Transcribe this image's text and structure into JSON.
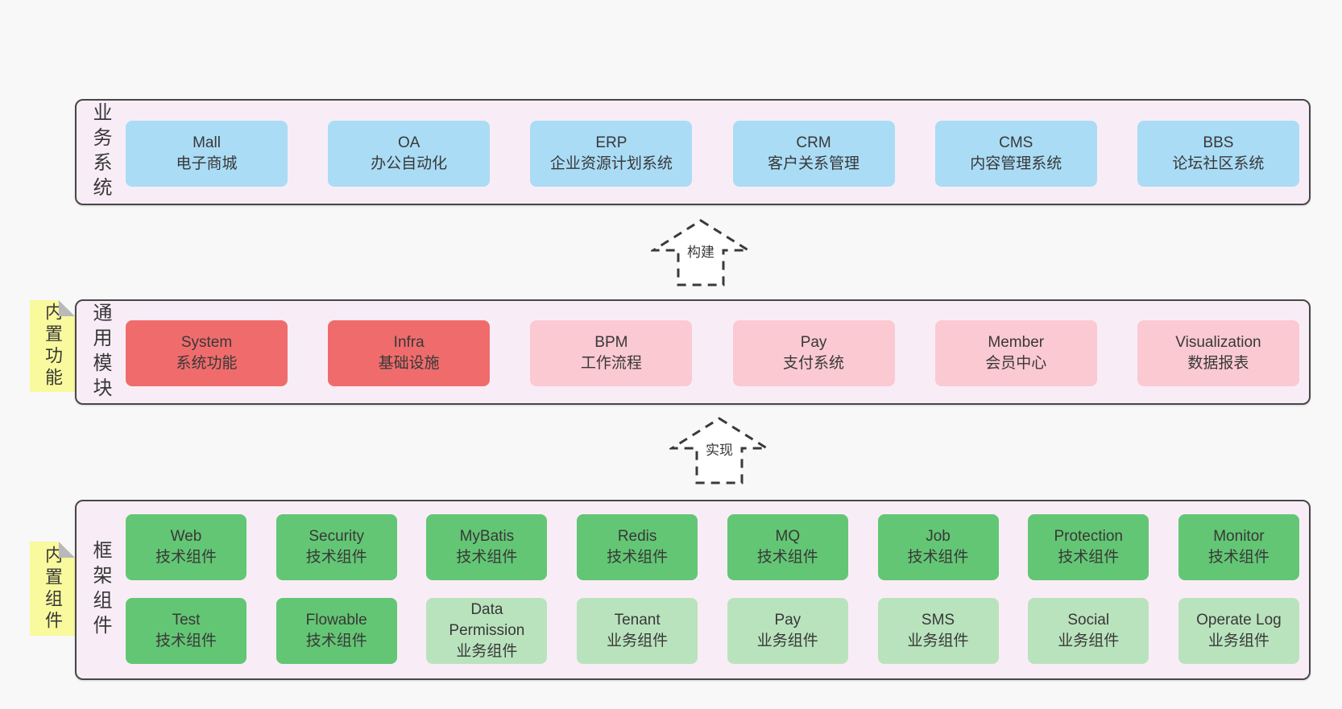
{
  "colors": {
    "page_bg": "#f8f8f8",
    "panel_bg": "#f8edf6",
    "panel_border": "#474747",
    "business_box": "#aadcf5",
    "core_module_box": "#f06c6c",
    "optional_module_box": "#fbc9d2",
    "tech_component_box": "#63c674",
    "biz_component_box": "#b9e3bd",
    "sticky_note": "#f9f99e",
    "sticky_fold": "#b9b9b9",
    "text": "#383838"
  },
  "arrows": {
    "build": "构建",
    "implement": "实现"
  },
  "layers": {
    "business": {
      "label": "业务系统",
      "boxes": [
        {
          "name": "Mall",
          "desc": "电子商城"
        },
        {
          "name": "OA",
          "desc": "办公自动化"
        },
        {
          "name": "ERP",
          "desc": "企业资源计划系统"
        },
        {
          "name": "CRM",
          "desc": "客户关系管理"
        },
        {
          "name": "CMS",
          "desc": "内容管理系统"
        },
        {
          "name": "BBS",
          "desc": "论坛社区系统"
        }
      ]
    },
    "modules": {
      "label": "通用模块",
      "sticky": "内置功能",
      "boxes": [
        {
          "name": "System",
          "desc": "系统功能"
        },
        {
          "name": "Infra",
          "desc": "基础设施"
        },
        {
          "name": "BPM",
          "desc": "工作流程"
        },
        {
          "name": "Pay",
          "desc": "支付系统"
        },
        {
          "name": "Member",
          "desc": "会员中心"
        },
        {
          "name": "Visualization",
          "desc": "数据报表"
        }
      ]
    },
    "framework": {
      "label": "框架组件",
      "sticky": "内置组件",
      "row1": [
        {
          "name": "Web",
          "desc": "技术组件"
        },
        {
          "name": "Security",
          "desc": "技术组件"
        },
        {
          "name": "MyBatis",
          "desc": "技术组件"
        },
        {
          "name": "Redis",
          "desc": "技术组件"
        },
        {
          "name": "MQ",
          "desc": "技术组件"
        },
        {
          "name": "Job",
          "desc": "技术组件"
        },
        {
          "name": "Protection",
          "desc": "技术组件"
        },
        {
          "name": "Monitor",
          "desc": "技术组件"
        }
      ],
      "row2": [
        {
          "name": "Test",
          "desc": "技术组件"
        },
        {
          "name": "Flowable",
          "desc": "技术组件"
        },
        {
          "name": "Data Permission",
          "desc": "业务组件"
        },
        {
          "name": "Tenant",
          "desc": "业务组件"
        },
        {
          "name": "Pay",
          "desc": "业务组件"
        },
        {
          "name": "SMS",
          "desc": "业务组件"
        },
        {
          "name": "Social",
          "desc": "业务组件"
        },
        {
          "name": "Operate Log",
          "desc": "业务组件"
        }
      ]
    }
  }
}
